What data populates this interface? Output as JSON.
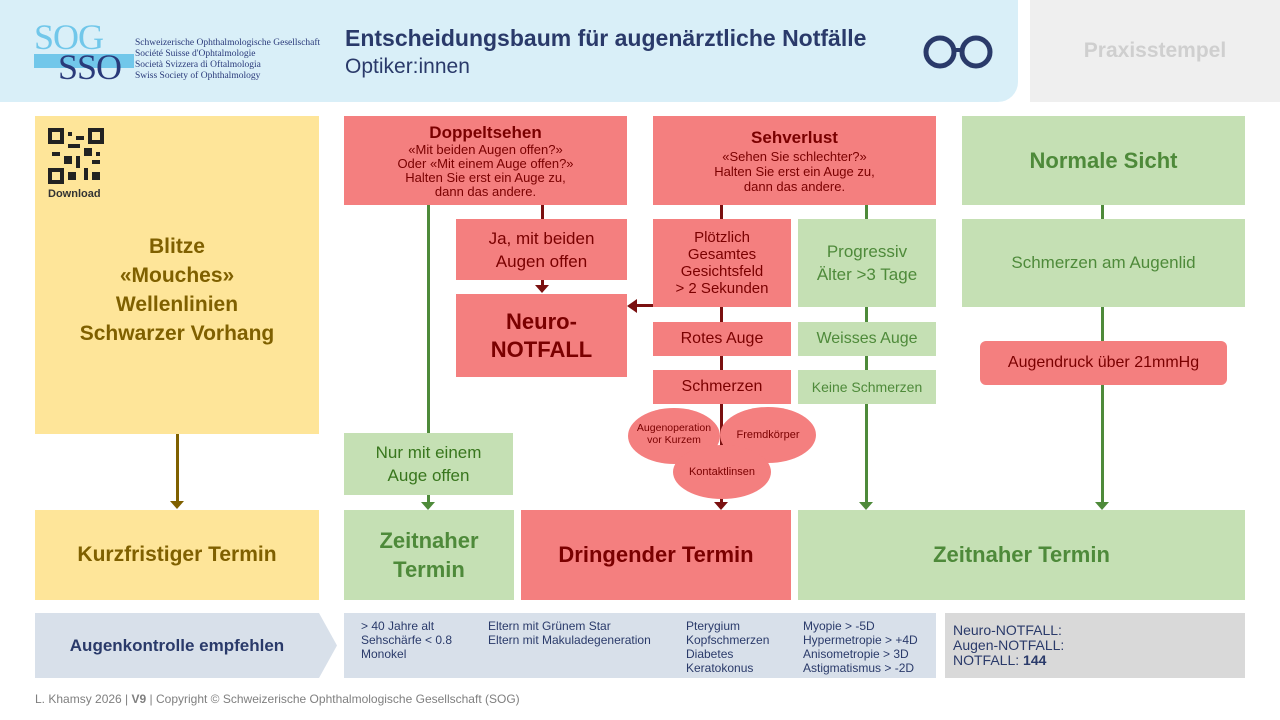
{
  "header": {
    "logo_top": "SOG",
    "logo_bottom": "SSO",
    "society_lines": [
      "Schweizerische Ophthalmologische Gesellschaft",
      "Société Suisse d'Ophtalmologie",
      "Società Svizzera di Oftalmologia",
      "Swiss Society of Ophthalmology"
    ],
    "title": "Entscheidungsbaum für augenärztliche Notfälle",
    "subtitle": "Optiker:innen",
    "stamp": "Praxisstempel"
  },
  "qr": {
    "label": "Download"
  },
  "blitze": {
    "lines": [
      "Blitze",
      "«Mouches»",
      "Wellenlinien",
      "Schwarzer Vorhang"
    ]
  },
  "doppeltsehen": {
    "title": "Doppeltsehen",
    "lines": [
      "«Mit beiden Augen offen?»",
      "Oder «Mit einem Auge offen?»",
      "Halten Sie erst ein Auge zu,",
      "dann das andere."
    ]
  },
  "sehverlust": {
    "title": "Sehverlust",
    "lines": [
      "«Sehen Sie schlechter?»",
      "Halten Sie erst ein Auge zu,",
      "dann das andere."
    ]
  },
  "normale_sicht": {
    "title": "Normale Sicht"
  },
  "beide_augen": {
    "lines": [
      "Ja, mit beiden",
      "Augen offen"
    ]
  },
  "neuro": {
    "lines": [
      "Neuro-",
      "NOTFALL"
    ]
  },
  "ploetzlich": {
    "lines": [
      "Plötzlich",
      "Gesamtes",
      "Gesichtsfeld",
      "> 2 Sekunden"
    ]
  },
  "progressiv": {
    "lines": [
      "Progressiv",
      "Älter >3 Tage"
    ]
  },
  "schmerzen_lid": {
    "label": "Schmerzen am Augenlid"
  },
  "rotes_auge": {
    "label": "Rotes Auge"
  },
  "weisses_auge": {
    "label": "Weisses Auge"
  },
  "schmerzen": {
    "label": "Schmerzen"
  },
  "keine_schmerzen": {
    "label": "Keine Schmerzen"
  },
  "augendruck": {
    "label": "Augendruck über 21mmHg"
  },
  "ellipses": {
    "op": [
      "Augenoperation",
      "vor Kurzem"
    ],
    "fremd": "Fremdkörper",
    "kontakt": "Kontaktlinsen"
  },
  "ein_auge": {
    "lines": [
      "Nur mit einem",
      "Auge offen"
    ]
  },
  "outcomes": {
    "kurzfristig": "Kurzfristiger Termin",
    "zeitnah_left": [
      "Zeitnaher",
      "Termin"
    ],
    "dringend": "Dringender Termin",
    "zeitnah_right": "Zeitnaher Termin"
  },
  "augenkontrolle": "Augenkontrolle empfehlen",
  "info_cols": [
    [
      "> 40 Jahre alt",
      "Sehschärfe < 0.8",
      "Monokel"
    ],
    [
      "Eltern mit Grünem Star",
      "Eltern mit Makuladegeneration"
    ],
    [
      "Pterygium",
      "Kopfschmerzen",
      "Diabetes",
      "Keratokonus"
    ],
    [
      "Myopie > -5D",
      "Hypermetropie > +4D",
      "Anisometropie > 3D",
      "Astigmatismus > -2D"
    ]
  ],
  "notfall": {
    "l1": "Neuro-NOTFALL:",
    "l2": "Augen-NOTFALL:",
    "l3_prefix": "NOTFALL: ",
    "l3_number": "144"
  },
  "footer": {
    "author": "L. Khamsy 2026 | ",
    "version": "V9",
    "copyright": " | Copyright © Schweizerische Ophthalmologische Gesellschaft (SOG)"
  }
}
